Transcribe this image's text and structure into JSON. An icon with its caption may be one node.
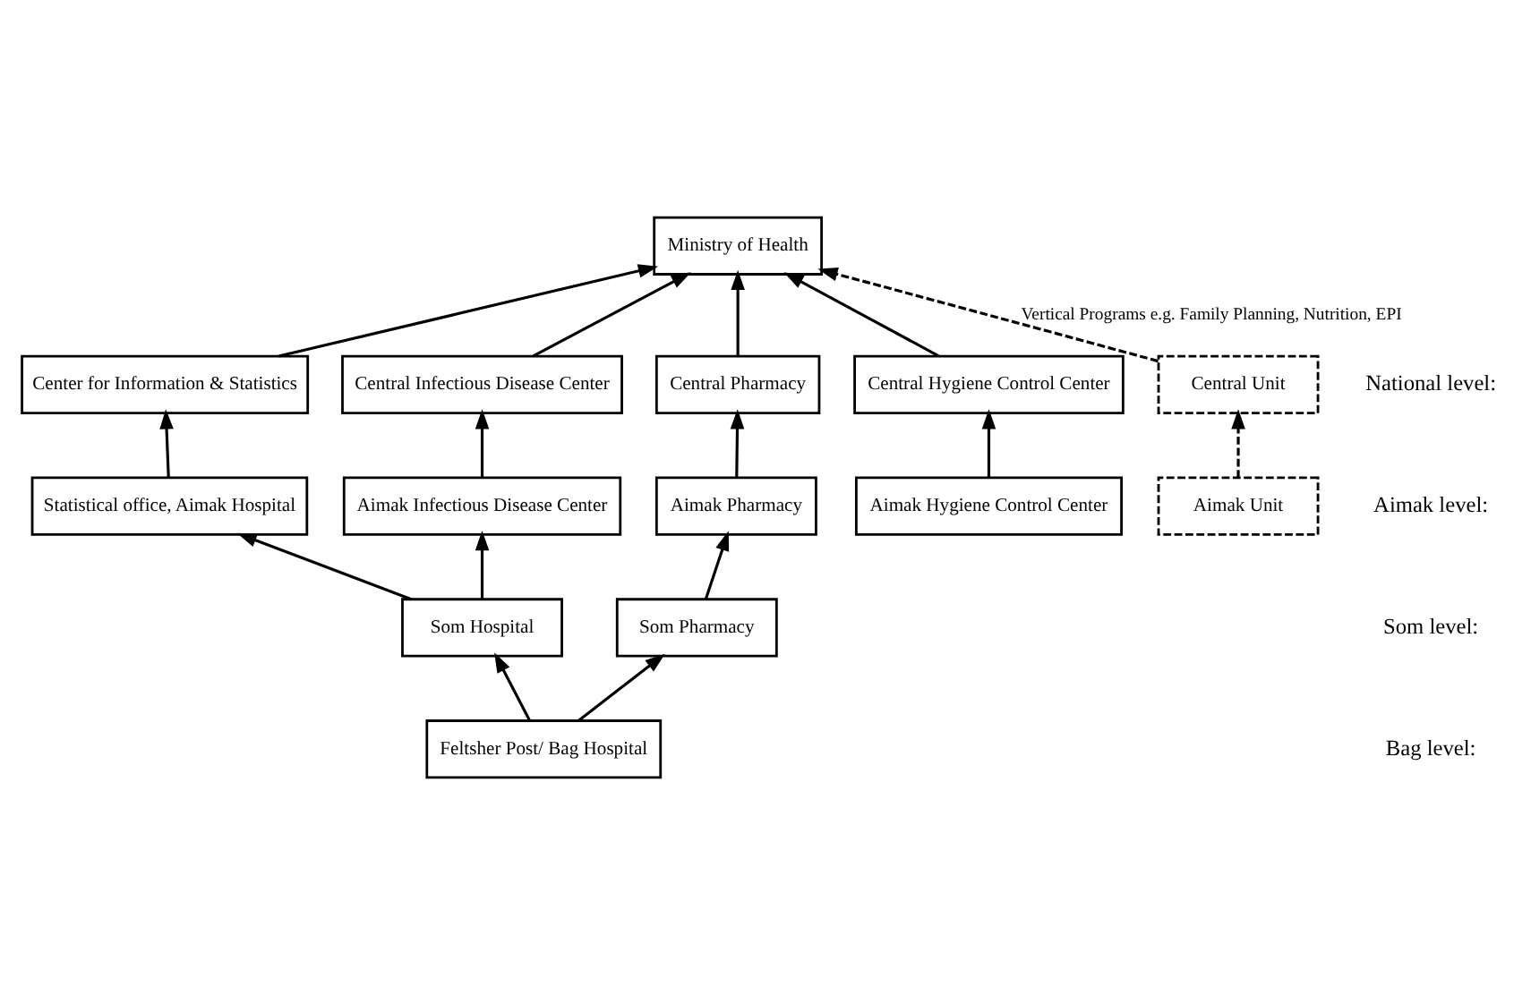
{
  "diagram": {
    "nodes": [
      {
        "text": [
          "Ministry of Health"
        ]
      },
      {
        "text": [
          "Center for Information & Statistics"
        ]
      },
      {
        "text": [
          "Central Infectious Disease Center"
        ]
      },
      {
        "text": [
          "Central Hygiene Control Center"
        ]
      },
      {
        "text": [
          "Central Pharmacy"
        ]
      },
      {
        "text": [
          "Central Unit"
        ]
      },
      {
        "text": [
          "Statistical office, Aimak Hospital"
        ]
      },
      {
        "text": [
          "Aimak Infectious Disease Center"
        ]
      },
      {
        "text": [
          "Aimak Hygiene Control Center"
        ]
      },
      {
        "text": [
          "Aimak Pharmacy"
        ]
      },
      {
        "text": [
          "Aimak Unit"
        ]
      },
      {
        "text": [
          "Som Hospital"
        ]
      },
      {
        "text": [
          "Som Pharmacy"
        ]
      },
      {
        "text": [
          "Feltsher Post/ Bag Hospital"
        ]
      }
    ],
    "edges": [
      {
        "from": 1,
        "to": 0,
        "arrow": "to"
      },
      {
        "from": 2,
        "to": 0,
        "arrow": "to"
      },
      {
        "from": 3,
        "to": 0,
        "arrow": "to"
      },
      {
        "from": 4,
        "to": 0,
        "arrow": "to"
      },
      {
        "from": 5,
        "to": 0,
        "arrow": "to",
        "style": "dashed",
        "label": "Vertical Programs e.g. Family Planning, Nutrition, EPI"
      },
      {
        "from": 6,
        "to": 1,
        "arrow": "to"
      },
      {
        "from": 7,
        "to": 2,
        "arrow": "to"
      },
      {
        "from": 8,
        "to": 3,
        "arrow": "to"
      },
      {
        "from": 9,
        "to": 4,
        "arrow": "to"
      },
      {
        "from": 10,
        "to": 5,
        "arrow": "to",
        "style": "dashed"
      },
      {
        "from": 11,
        "to": 6,
        "arrow": "to"
      },
      {
        "from": 11,
        "to": 7,
        "arrow": "to"
      },
      {
        "from": 12,
        "to": 9,
        "arrow": "to"
      },
      {
        "from": 13,
        "to": 11,
        "arrow": "to"
      },
      {
        "from": 13,
        "to": 12,
        "arrow": "to"
      }
    ],
    "labels": [
      "National level:",
      "Aimak level:",
      "Som level:",
      "Bag level:"
    ]
  }
}
